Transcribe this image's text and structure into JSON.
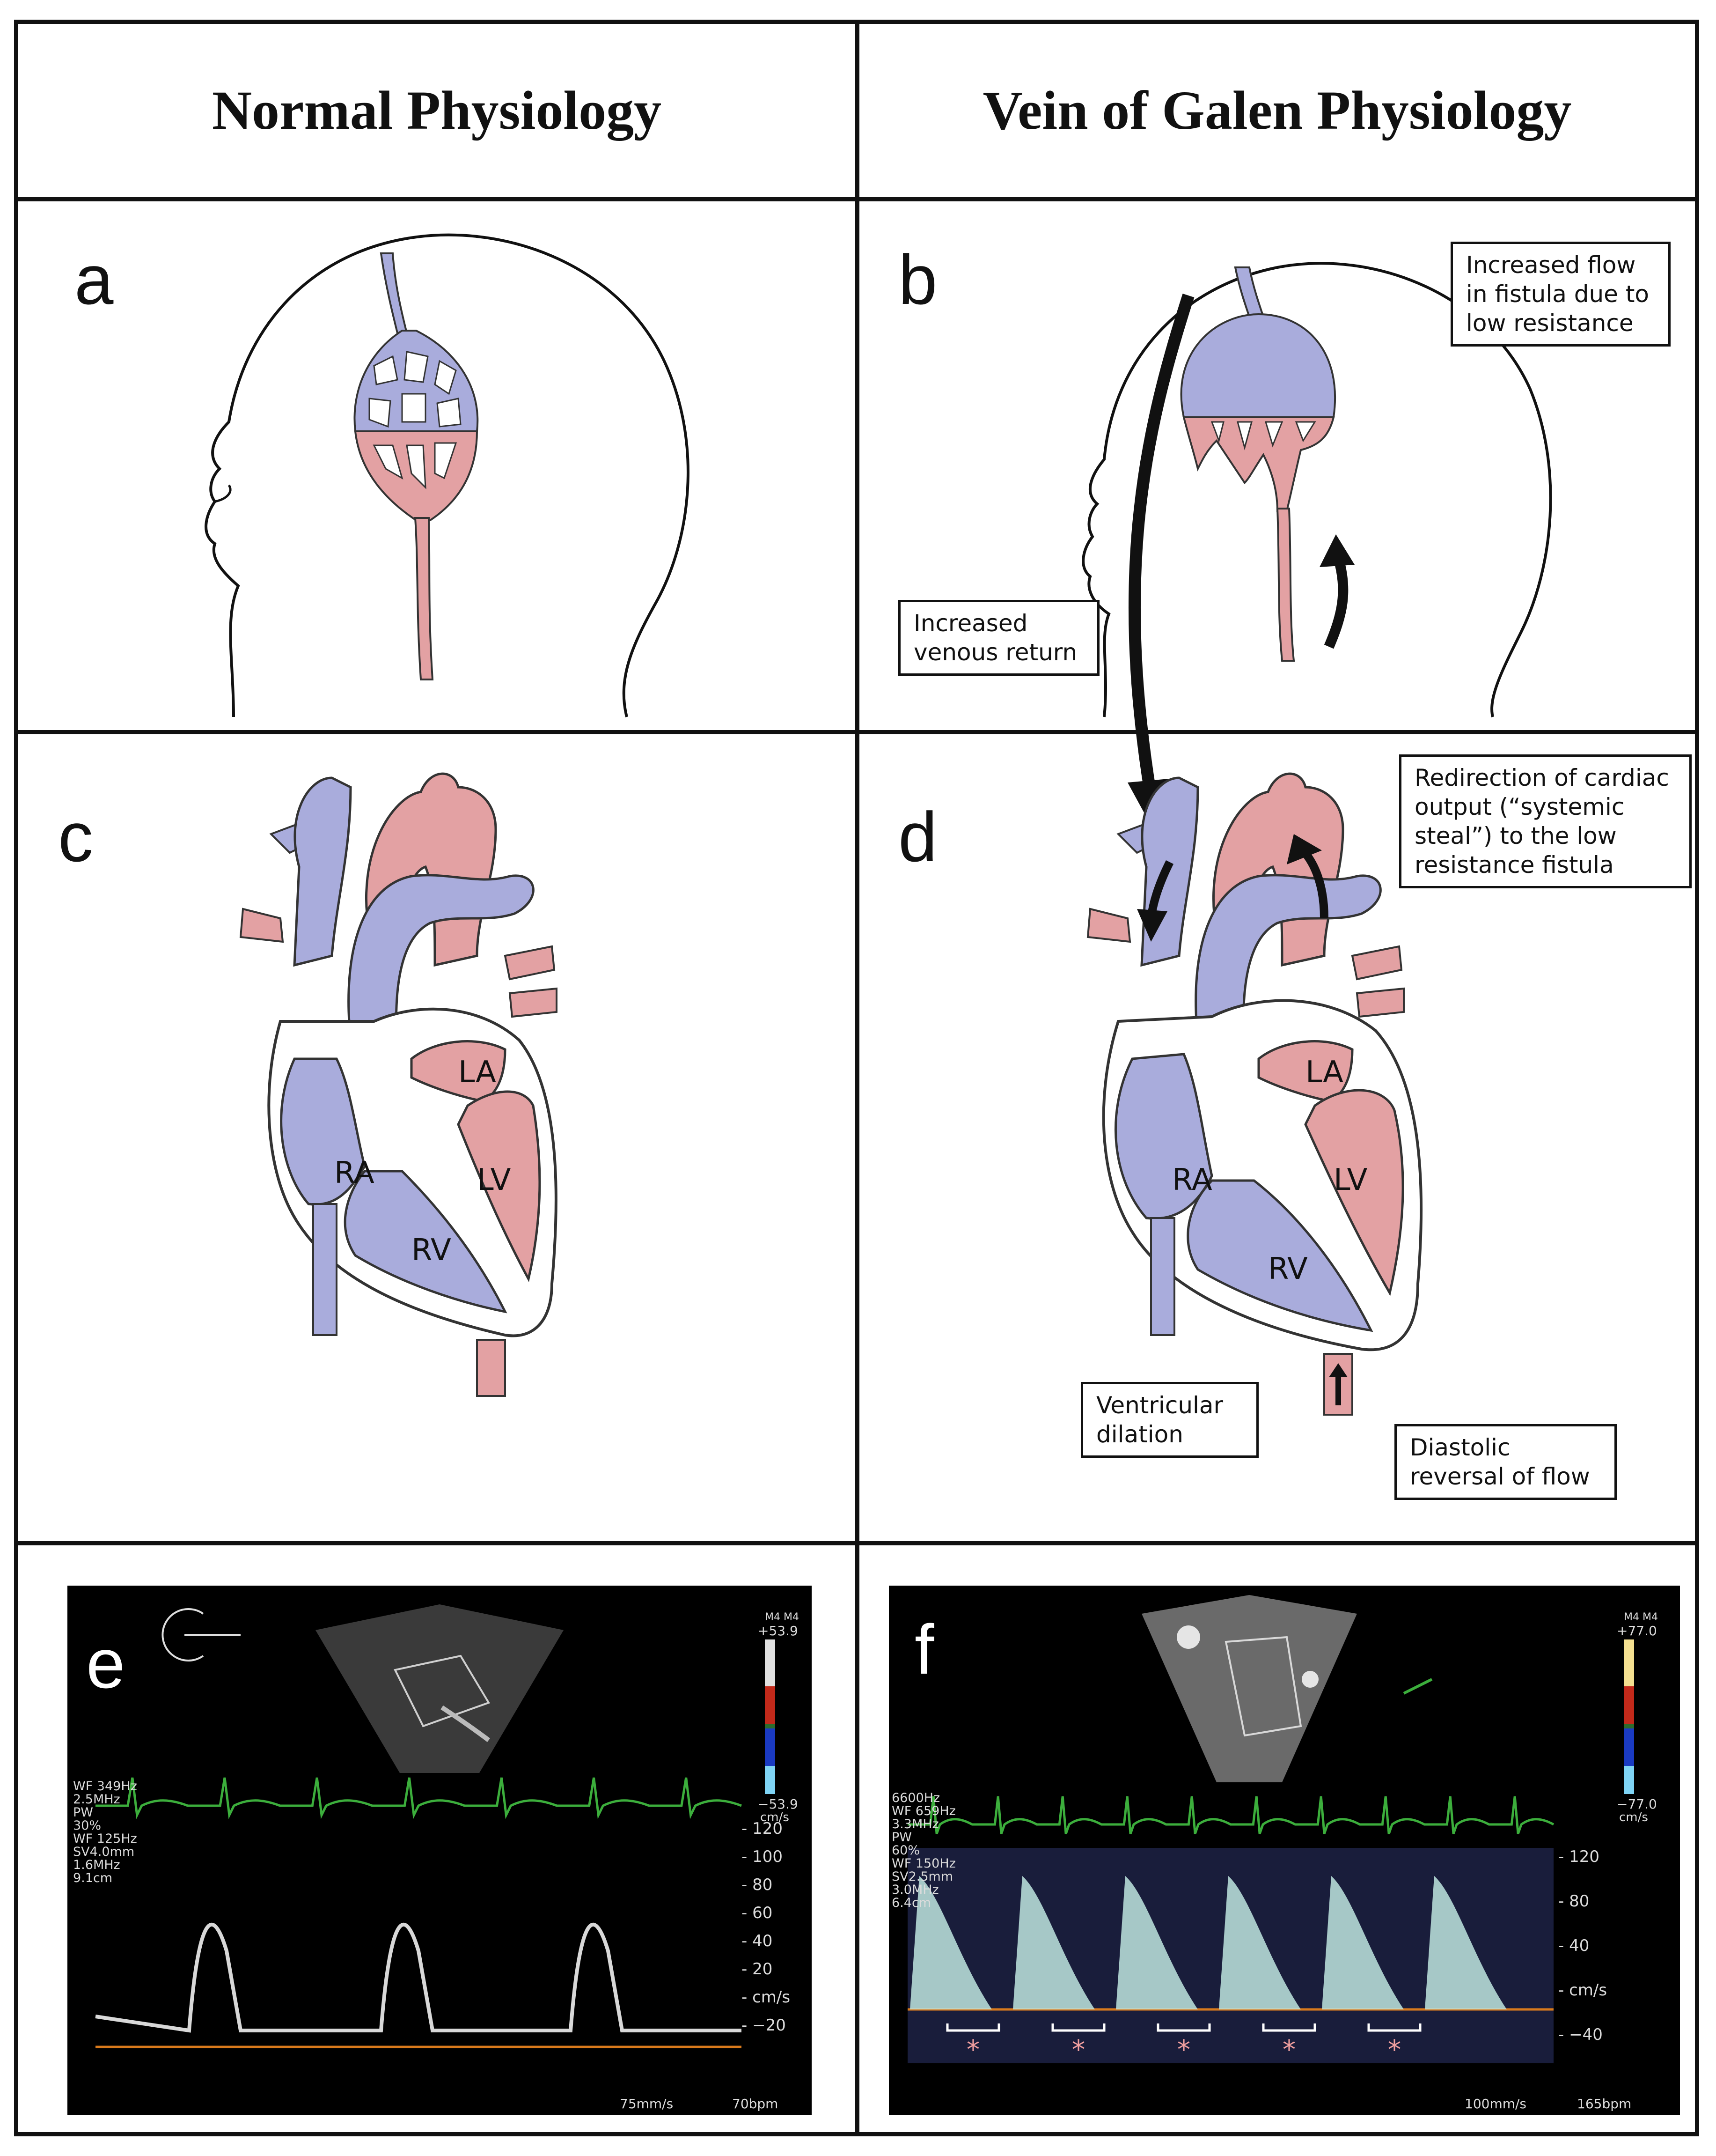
{
  "headers": {
    "left": "Normal Physiology",
    "right": "Vein of Galen Physiology"
  },
  "panels": {
    "a": "a",
    "b": "b",
    "c": "c",
    "d": "d",
    "e": "e",
    "f": "f"
  },
  "callouts": {
    "fistula_flow": "Increased flow\nin fistula due to\nlow resistance",
    "venous_return": "Increased\nvenous return",
    "systemic_steal": "Redirection of cardiac\noutput (“systemic\nsteal”) to the low\nresistance fistula",
    "ventricular_dilation": "Ventricular\ndilation",
    "diastolic_reversal": "Diastolic\nreversal of flow"
  },
  "heart_labels": {
    "ra": "RA",
    "la": "LA",
    "lv": "LV",
    "rv": "RV"
  },
  "echo_e": {
    "scale_top": "+53.9",
    "scale_bottom": "−53.9",
    "scale_unit": "cm/s",
    "mode": "M4 M4",
    "params": [
      "WF 349Hz",
      "2.5MHz",
      "PW",
      "30%",
      "WF 125Hz",
      "SV4.0mm",
      "1.6MHz",
      "9.1cm"
    ],
    "axis_ticks": [
      "120",
      "100",
      "80",
      "60",
      "40",
      "20",
      "cm/s",
      "−20"
    ],
    "sweep": "75mm/s",
    "hr": "70bpm"
  },
  "echo_f": {
    "scale_top": "+77.0",
    "scale_bottom": "−77.0",
    "scale_unit": "cm/s",
    "mode": "M4 M4",
    "params": [
      "6600Hz",
      "WF 659Hz",
      "3.3MHz",
      "PW",
      "60%",
      "WF 150Hz",
      "SV2.5mm",
      "3.0MHz",
      "6.4cm"
    ],
    "axis_ticks": [
      "120",
      "80",
      "40",
      "cm/s",
      "−40"
    ],
    "sweep": "100mm/s",
    "hr": "165bpm",
    "markers": [
      "*",
      "*",
      "*",
      "*",
      "*"
    ]
  },
  "colors": {
    "vein_blue": "#a9acdc",
    "artery_red": "#e3a1a3",
    "ecg_green": "#3cae3c",
    "baseline_orange": "#d97a1c",
    "marker_pink": "#f2a0a0"
  }
}
